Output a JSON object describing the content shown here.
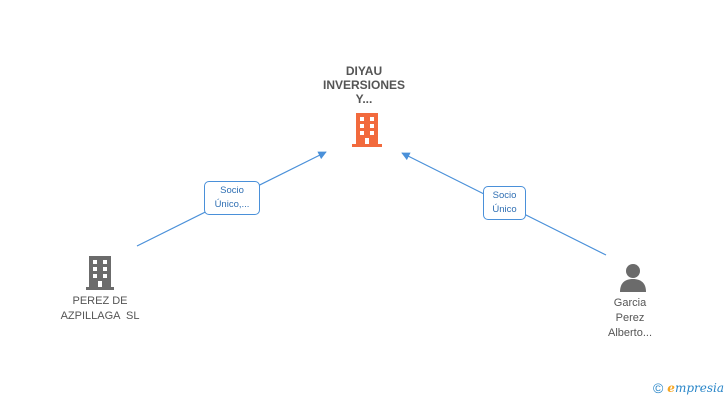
{
  "center_company": {
    "name_lines": [
      "DIYAU",
      "INVERSIONES",
      "Y..."
    ],
    "icon": "building-icon",
    "color": "#f26a3d"
  },
  "left_company": {
    "name_lines": [
      "PEREZ DE",
      "AZPILLAGA  SL"
    ],
    "icon": "building-icon",
    "color": "#6b6b6b"
  },
  "right_person": {
    "name_lines": [
      "Garcia",
      "Perez",
      "Alberto..."
    ],
    "icon": "person-icon",
    "color": "#6b6b6b"
  },
  "edges": [
    {
      "from": "left_company",
      "to": "center_company",
      "label_lines": [
        "Socio",
        "Único,..."
      ]
    },
    {
      "from": "right_person",
      "to": "center_company",
      "label_lines": [
        "Socio",
        "Único"
      ]
    }
  ],
  "edge_color": "#4a90d9",
  "brand": {
    "copyright": "©",
    "e": "e",
    "word": "mpresia"
  }
}
